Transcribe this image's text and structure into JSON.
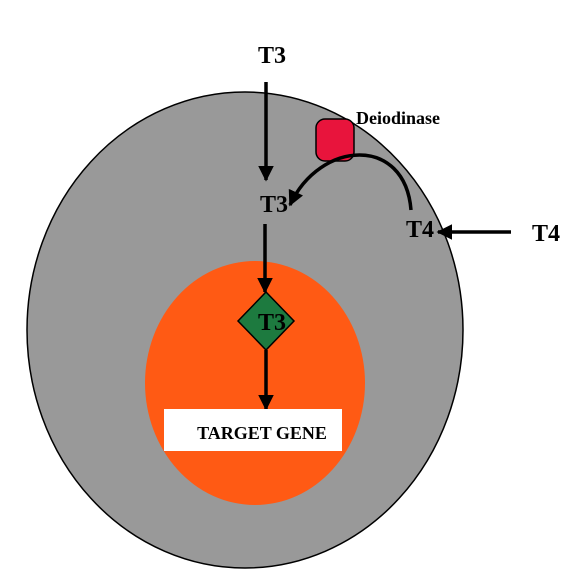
{
  "labels": {
    "t3_outside": "T3",
    "t3_cytoplasm": "T3",
    "t3_nuclear": "T3",
    "t4_outside": "T4",
    "t4_cell": "T4",
    "deiodinase": "Deiodinase",
    "target_gene": "TARGET GENE"
  },
  "colors": {
    "cell": "#999999",
    "nucleus": "#ff5a14",
    "receptor": "#1d7a3f",
    "deiodinase": "#e8143c",
    "arrow": "#000000",
    "gene_box": "#ffffff"
  }
}
